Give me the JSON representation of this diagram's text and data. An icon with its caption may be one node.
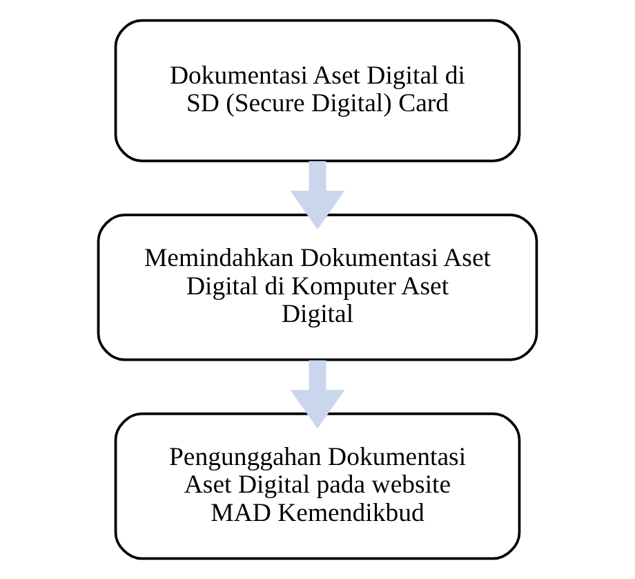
{
  "diagram": {
    "nodes": [
      {
        "text": [
          "Dokumentasi Aset Digital di SD (Secure Digital) Card"
        ]
      },
      {
        "text": [
          "Memindahkan Dokumentasi Aset Digital di Komputer Aset Digital"
        ]
      },
      {
        "text": [
          "Pengunggahan Dokumentasi Aset Digital pada website MAD Kemendikbud"
        ]
      }
    ],
    "edges": [
      {
        "from": 0,
        "to": 1,
        "arrow": "to",
        "color": "#c9d6ec"
      },
      {
        "from": 1,
        "to": 2,
        "arrow": "to",
        "color": "#c9d6ec"
      }
    ]
  }
}
